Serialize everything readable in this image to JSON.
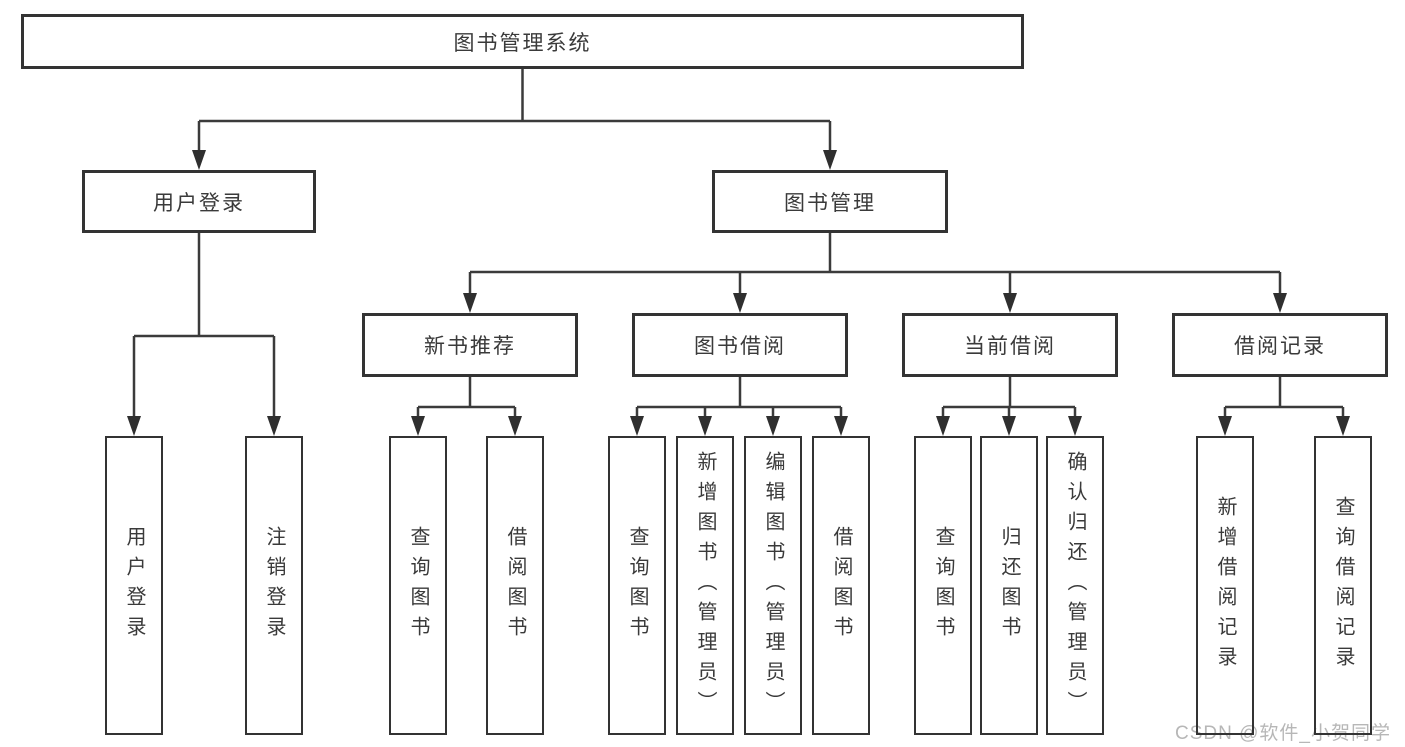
{
  "root": {
    "label": "图书管理系统"
  },
  "level2": [
    {
      "label": "用户登录"
    },
    {
      "label": "图书管理"
    }
  ],
  "level3": [
    {
      "label": "新书推荐"
    },
    {
      "label": "图书借阅"
    },
    {
      "label": "当前借阅"
    },
    {
      "label": "借阅记录"
    }
  ],
  "leaves": {
    "user_login": [
      {
        "label": "用户登录"
      },
      {
        "label": "注销登录"
      }
    ],
    "new_book_recommend": [
      {
        "label": "查询图书"
      },
      {
        "label": "借阅图书"
      }
    ],
    "book_borrow": [
      {
        "label": "查询图书"
      },
      {
        "label": "新增图书（管理员）"
      },
      {
        "label": "编辑图书（管理员）"
      },
      {
        "label": "借阅图书"
      }
    ],
    "current_borrow": [
      {
        "label": "查询图书"
      },
      {
        "label": "归还图书"
      },
      {
        "label": "确认归还（管理员）"
      }
    ],
    "borrow_records": [
      {
        "label": "新增借阅记录"
      },
      {
        "label": "查询借阅记录"
      }
    ]
  },
  "watermark": {
    "text": "CSDN @软件_小贺同学"
  },
  "colors": {
    "line": "#3b3b3b",
    "arrow": "#2f2f2f",
    "box_border": "#333333",
    "box_fill": "#ffffff",
    "text": "#3a3a3a",
    "watermark": "#b7b7b7",
    "background": "#ffffff"
  }
}
